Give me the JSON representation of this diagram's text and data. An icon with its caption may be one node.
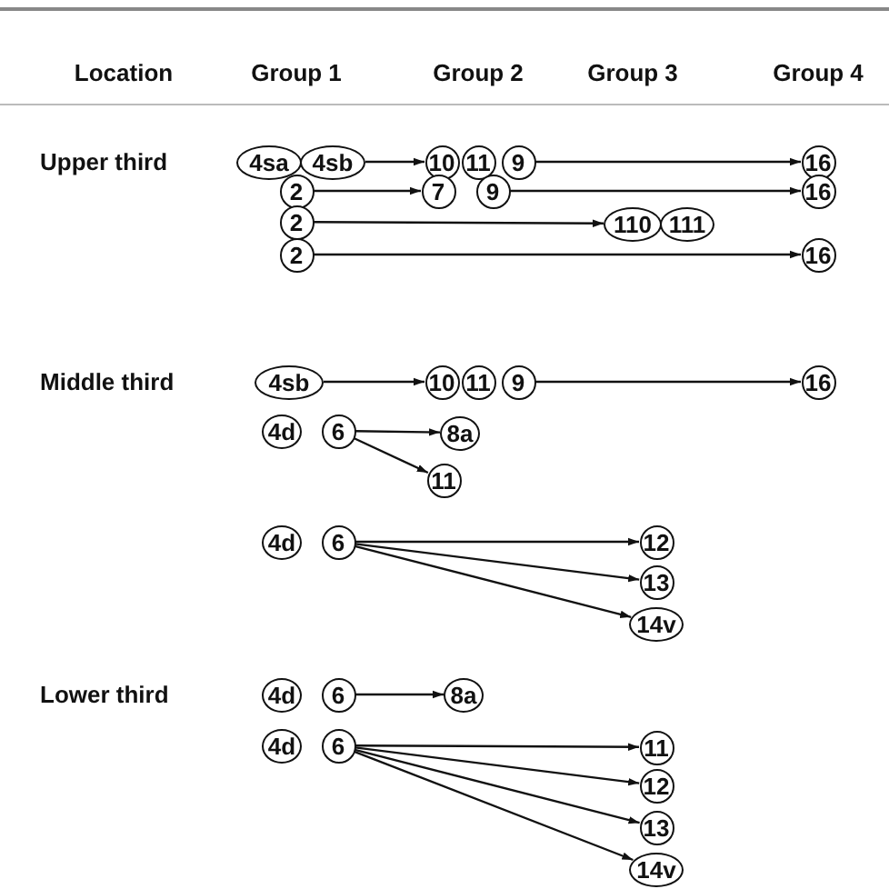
{
  "diagram": {
    "nodes": [
      {
        "text": [
          "4sa"
        ]
      },
      {
        "text": [
          "4sb"
        ]
      },
      {
        "text": [
          "10"
        ]
      },
      {
        "text": [
          "11"
        ]
      },
      {
        "text": [
          "9"
        ]
      },
      {
        "text": [
          "16"
        ]
      },
      {
        "text": [
          "2"
        ]
      },
      {
        "text": [
          "7"
        ]
      },
      {
        "text": [
          "9"
        ]
      },
      {
        "text": [
          "16"
        ]
      },
      {
        "text": [
          "2"
        ]
      },
      {
        "text": [
          "110"
        ]
      },
      {
        "text": [
          "111"
        ]
      },
      {
        "text": [
          "2"
        ]
      },
      {
        "text": [
          "16"
        ]
      },
      {
        "text": [
          "4sb"
        ]
      },
      {
        "text": [
          "10"
        ]
      },
      {
        "text": [
          "11"
        ]
      },
      {
        "text": [
          "9"
        ]
      },
      {
        "text": [
          "16"
        ]
      },
      {
        "text": [
          "4d"
        ]
      },
      {
        "text": [
          "6"
        ]
      },
      {
        "text": [
          "8a"
        ]
      },
      {
        "text": [
          "11"
        ]
      },
      {
        "text": [
          "4d"
        ]
      },
      {
        "text": [
          "6"
        ]
      },
      {
        "text": [
          "12"
        ]
      },
      {
        "text": [
          "13"
        ]
      },
      {
        "text": [
          "14v"
        ]
      },
      {
        "text": [
          "4d"
        ]
      },
      {
        "text": [
          "6"
        ]
      },
      {
        "text": [
          "8a"
        ]
      },
      {
        "text": [
          "4d"
        ]
      },
      {
        "text": [
          "6"
        ]
      },
      {
        "text": [
          "11"
        ]
      },
      {
        "text": [
          "12"
        ]
      },
      {
        "text": [
          "13"
        ]
      },
      {
        "text": [
          "14v"
        ]
      }
    ],
    "edges": [
      {
        "from": 1,
        "to": 2,
        "arrow": "to"
      },
      {
        "from": 4,
        "to": 5,
        "arrow": "to"
      },
      {
        "from": 6,
        "to": 7,
        "arrow": "to"
      },
      {
        "from": 8,
        "to": 9,
        "arrow": "to"
      },
      {
        "from": 10,
        "to": 11,
        "arrow": "to"
      },
      {
        "from": 13,
        "to": 14,
        "arrow": "to"
      },
      {
        "from": 15,
        "to": 16,
        "arrow": "to"
      },
      {
        "from": 18,
        "to": 19,
        "arrow": "to"
      },
      {
        "from": 21,
        "to": 22,
        "arrow": "to"
      },
      {
        "from": 21,
        "to": 23,
        "arrow": "to"
      },
      {
        "from": 25,
        "to": 26,
        "arrow": "to"
      },
      {
        "from": 25,
        "to": 27,
        "arrow": "to"
      },
      {
        "from": 25,
        "to": 28,
        "arrow": "to"
      },
      {
        "from": 30,
        "to": 31,
        "arrow": "to"
      },
      {
        "from": 33,
        "to": 34,
        "arrow": "to"
      },
      {
        "from": 33,
        "to": 35,
        "arrow": "to"
      },
      {
        "from": 33,
        "to": 36,
        "arrow": "to"
      },
      {
        "from": 33,
        "to": 37,
        "arrow": "to"
      }
    ],
    "labels": [
      "Location",
      "Group 1",
      "Group 2",
      "Group 3",
      "Group 4",
      "Upper third",
      "Middle third",
      "Lower third"
    ]
  }
}
